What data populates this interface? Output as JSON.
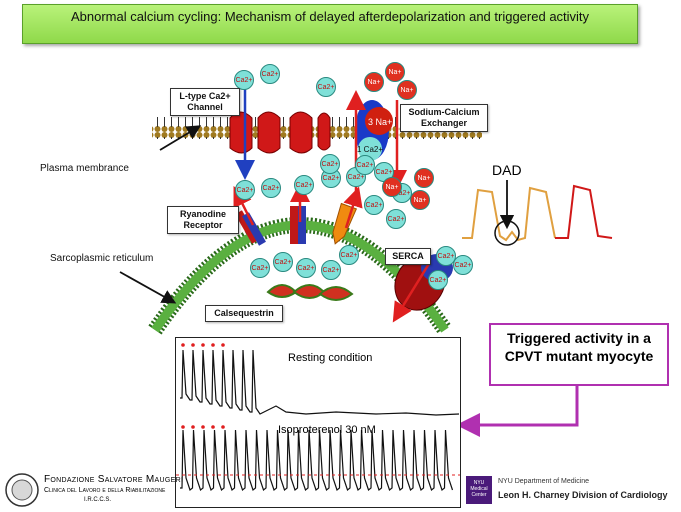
{
  "title": "Abnormal calcium cycling: Mechanism of delayed afterdepolarization and triggered activity",
  "labels": {
    "ltype": "L-type Ca2+ Channel",
    "ncx": "Sodium-Calcium Exchanger",
    "membrane": "Plasma membrance",
    "ryr": "Ryanodine Receptor",
    "sr": "Sarcoplasmic reticulum",
    "serca": "SERCA",
    "calsequestrin": "Calsequestrin",
    "dad": "DAD",
    "triggered": "Triggered activity in a CPVT mutant myocyte",
    "resting": "Resting condition",
    "iso": "Isoproterenol 30 nM",
    "ncx_3na": "3 Na+",
    "ncx_1ca": "1 Ca2+"
  },
  "ions": {
    "ca": "Ca2+",
    "na": "Na+"
  },
  "footer": {
    "left_name": "Fondazione Salvatore Maugeri",
    "left_sub": "Clinica del Lavoro e della Riabilitazione",
    "left_sub2": "I.R.C.C.S.",
    "right_dept": "NYU Department of Medicine",
    "right_division": "Leon H. Charney Division of Cardiology",
    "nyu_logo_text": "NYU Medical Center"
  },
  "colors": {
    "title_bg": "#8fd94a",
    "membrane": "#8a6a1a",
    "sr": "#3a8a2a",
    "ca_ion": "#7fe0d8",
    "na_ion": "#e03020",
    "arrow_red": "#e02020",
    "arrow_blue": "#2040c0",
    "box_border": "#b030b0",
    "trace_red": "#e02020",
    "trace_orange": "#e0a040"
  }
}
